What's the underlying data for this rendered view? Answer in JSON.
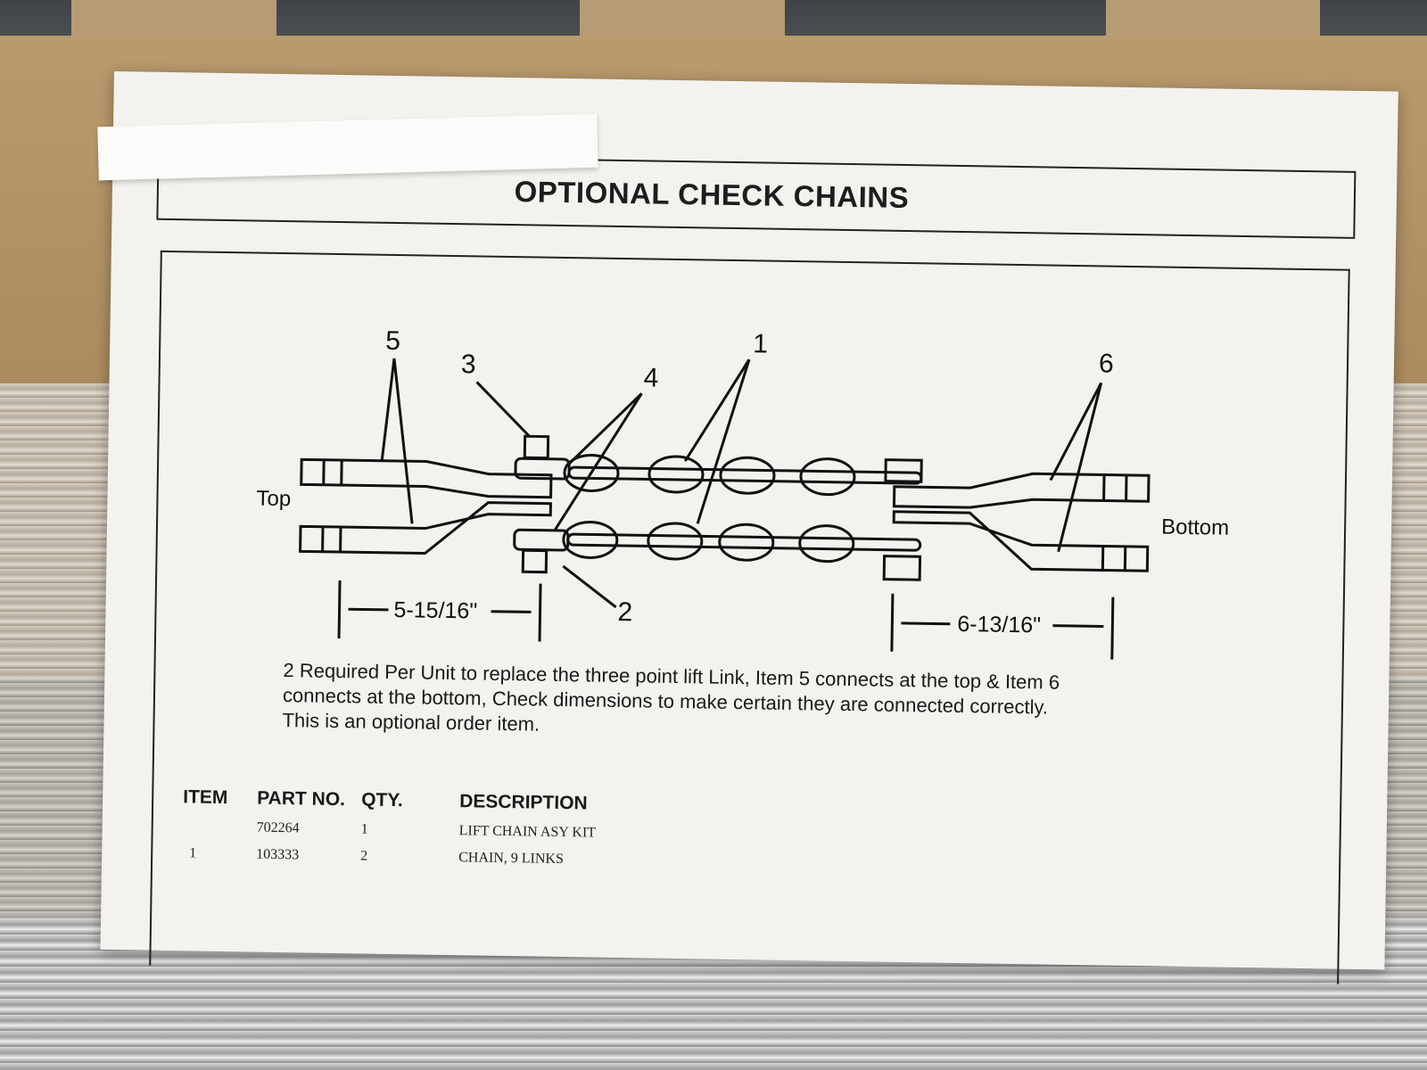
{
  "document": {
    "title": "OPTIONAL CHECK CHAINS",
    "diagram": {
      "callouts": [
        "1",
        "2",
        "3",
        "4",
        "5",
        "6"
      ],
      "end_labels": {
        "top": "Top",
        "bottom": "Bottom"
      },
      "dimensions": {
        "top_link": "5-15/16\"",
        "bottom_link": "6-13/16\""
      }
    },
    "note_lines": [
      "2 Required Per Unit to replace the three point lift Link, Item 5 connects at the top & Item 6",
      "connects at the bottom, Check dimensions to make certain they are connected correctly.",
      "This is an optional order item."
    ],
    "parts_table": {
      "columns": [
        "ITEM",
        "PART NO.",
        "QTY.",
        "DESCRIPTION"
      ],
      "rows": [
        {
          "item": "",
          "part_no": "702264",
          "qty": "1",
          "description": "LIFT CHAIN ASY KIT"
        },
        {
          "item": "1",
          "part_no": "103333",
          "qty": "2",
          "description": "CHAIN, 9 LINKS"
        }
      ]
    }
  }
}
